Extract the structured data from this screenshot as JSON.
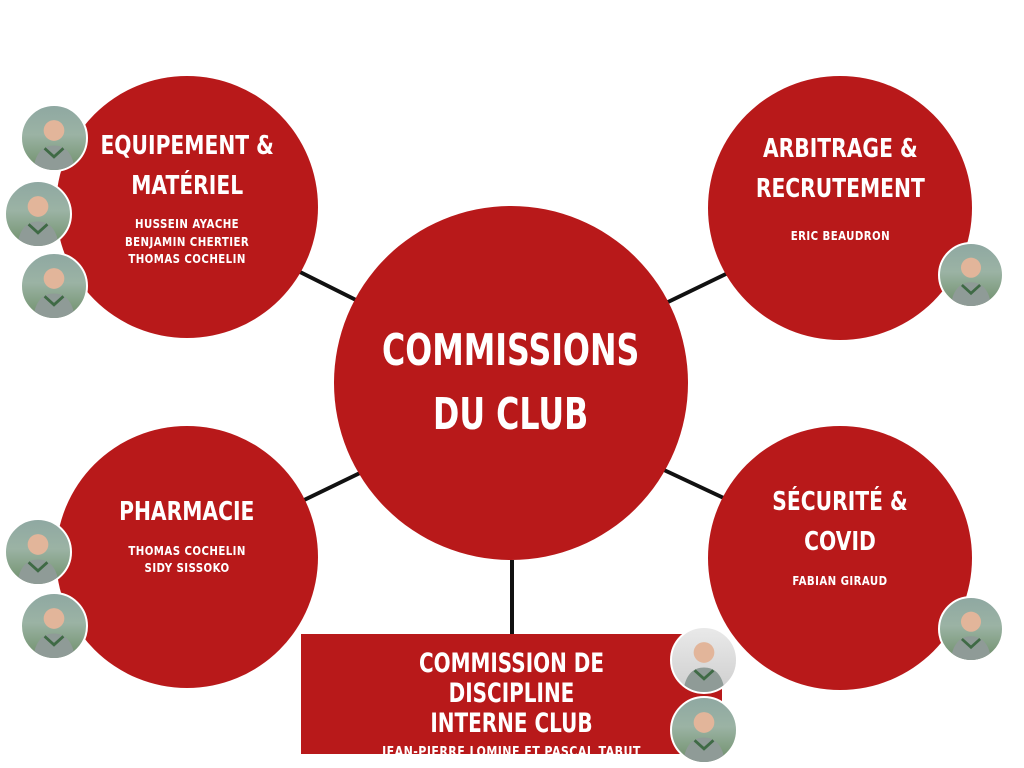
{
  "colors": {
    "accent": "#b8191a",
    "line": "#111111"
  },
  "center": {
    "line1": "COMMISSIONS",
    "line2": "DU CLUB"
  },
  "commissions": {
    "equipement": {
      "title_line1": "EQUIPEMENT &",
      "title_line2": "MATÉRIEL",
      "names": [
        "HUSSEIN AYACHE",
        "BENJAMIN CHERTIER",
        "THOMAS COCHELIN"
      ]
    },
    "arbitrage": {
      "title_line1": "ARBITRAGE &",
      "title_line2": "RECRUTEMENT",
      "names": [
        "ERIC BEAUDRON"
      ]
    },
    "pharmacie": {
      "title_line1": "PHARMACIE",
      "names": [
        "THOMAS COCHELIN",
        "SIDY SISSOKO"
      ]
    },
    "securite": {
      "title_line1": "SÉCURITÉ & COVID",
      "names": [
        "FABIAN GIRAUD"
      ]
    },
    "discipline": {
      "title_line1": "COMMISSION DE DISCIPLINE",
      "title_line2": "INTERNE CLUB",
      "names": [
        "JEAN-PIERRE LOMINE ET PASCAL TABUT"
      ]
    }
  },
  "avatar_icon": "person-photo-icon"
}
